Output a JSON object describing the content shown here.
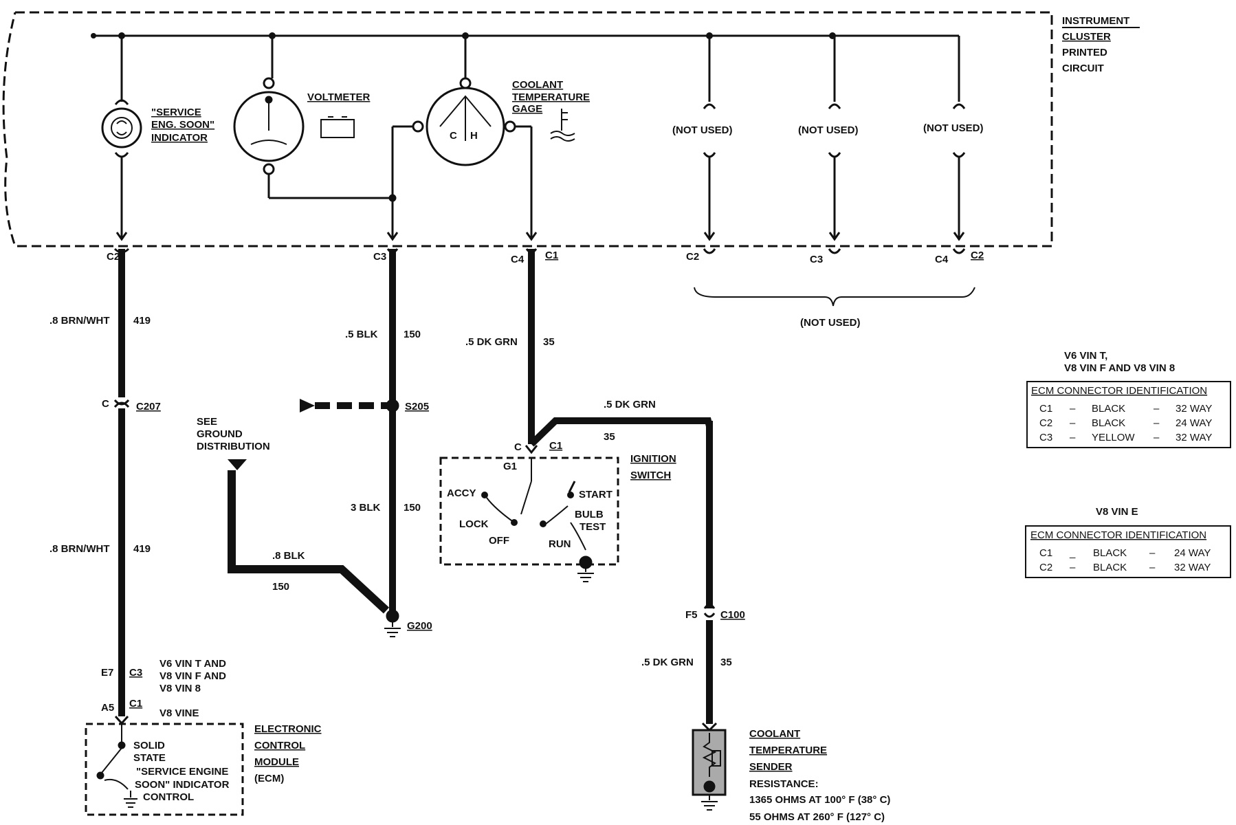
{
  "cluster": {
    "title_lines": [
      "INSTRUMENT",
      "CLUSTER",
      "PRINTED",
      "CIRCUIT"
    ]
  },
  "indicators": {
    "ses_line1": "\"SERVICE",
    "ses_line2": "ENG. SOON\"",
    "ses_line3": "INDICATOR",
    "voltmeter": "VOLTMETER",
    "ctg_line1": "COOLANT",
    "ctg_line2": "TEMPERATURE",
    "ctg_line3": "GAGE",
    "gauge_c": "C",
    "gauge_h": "H",
    "not_used": "(NOT USED)"
  },
  "connectors": {
    "c2": "C2",
    "c3": "C3",
    "c4": "C4",
    "c1": "C1",
    "c2u": "C2",
    "c": "C",
    "c207": "C207",
    "s205": "S205",
    "g200": "G200",
    "g1": "G1",
    "f5": "F5",
    "c100": "C100",
    "e7": "E7",
    "a5": "A5",
    "not_used_group": "(NOT USED)"
  },
  "wires": {
    "w419_top": ".8 BRN/WHT",
    "w419_bot": ".8 BRN/WHT",
    "n419": "419",
    "w150_top": ".5 BLK",
    "w150_mid": "3 BLK",
    "w150_gnd": ".8 BLK",
    "n150": "150",
    "w35": ".5 DK GRN",
    "n35": "35"
  },
  "ground": {
    "see_line1": "SEE",
    "see_line2": "GROUND",
    "see_line3": "DISTRIBUTION"
  },
  "ignition": {
    "title1": "IGNITION",
    "title2": "SWITCH",
    "accy": "ACCY",
    "lock": "LOCK",
    "off": "OFF",
    "run": "RUN",
    "start": "START",
    "bulb": "BULB",
    "test": "TEST"
  },
  "ecm": {
    "vin_t1": "V6 VIN T AND",
    "vin_t2": "V8 VIN F AND",
    "vin_t3": "V8 VIN 8",
    "vin_e": "V8 VINE",
    "title1": "ELECTRONIC",
    "title2": "CONTROL",
    "title3": "MODULE",
    "title4": "(ECM)",
    "solid1": "SOLID",
    "solid2": "STATE",
    "solid3": "\"SERVICE ENGINE",
    "solid4": "SOON\" INDICATOR",
    "solid5": "CONTROL"
  },
  "sender": {
    "title1": "COOLANT",
    "title2": "TEMPERATURE",
    "title3": "SENDER",
    "resistance": "RESISTANCE:",
    "r1": "1365 OHMS AT 100° F (38° C)",
    "r2": "55 OHMS AT 260° F (127° C)"
  },
  "tables": {
    "t1_head1": "V6 VIN T,",
    "t1_head2": "V8 VIN F AND V8 VIN 8",
    "t1_caption": "ECM CONNECTOR IDENTIFICATION",
    "t1_rows": [
      [
        "C1",
        "–",
        "BLACK",
        "–",
        "32 WAY"
      ],
      [
        "C2",
        "–",
        "BLACK",
        "–",
        "24 WAY"
      ],
      [
        "C3",
        "–",
        "YELLOW",
        "–",
        "32 WAY"
      ]
    ],
    "t2_head": "V8 VIN E",
    "t2_caption": "ECM CONNECTOR IDENTIFICATION",
    "t2_rows": [
      [
        "C1",
        "_",
        "BLACK",
        "–",
        "24 WAY"
      ],
      [
        "C2",
        "–",
        "BLACK",
        "–",
        "32 WAY"
      ]
    ]
  }
}
